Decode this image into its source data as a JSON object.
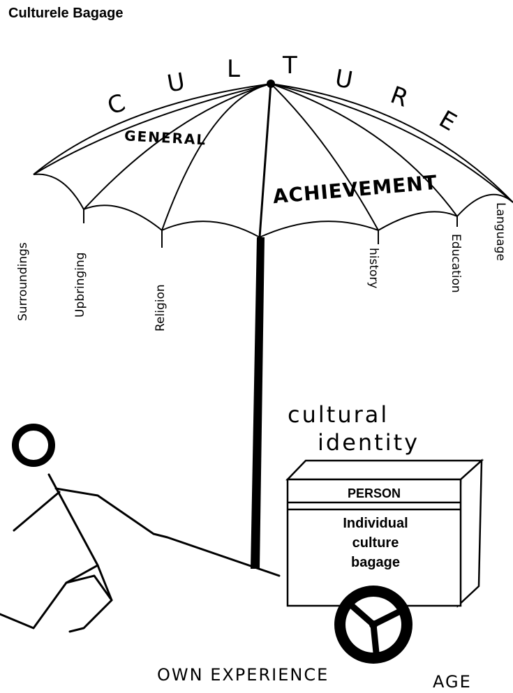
{
  "title": "Culturele Bagage",
  "umbrella": {
    "letters": [
      "C",
      "U",
      "L",
      "T",
      "U",
      "R",
      "E"
    ],
    "general": "GENERAL",
    "achievement": "ACHIEVEMENT",
    "ribs": [
      "Surroundings",
      "Upbringing",
      "Religion",
      "history",
      "Education",
      "Language"
    ]
  },
  "labels": {
    "cultural": "cultural",
    "identity": "identity",
    "person": "PERSON",
    "individual": "Individual",
    "culture": "culture",
    "bagage": "bagage",
    "own_experience": "OWN EXPERIENCE",
    "age": "AGE"
  }
}
